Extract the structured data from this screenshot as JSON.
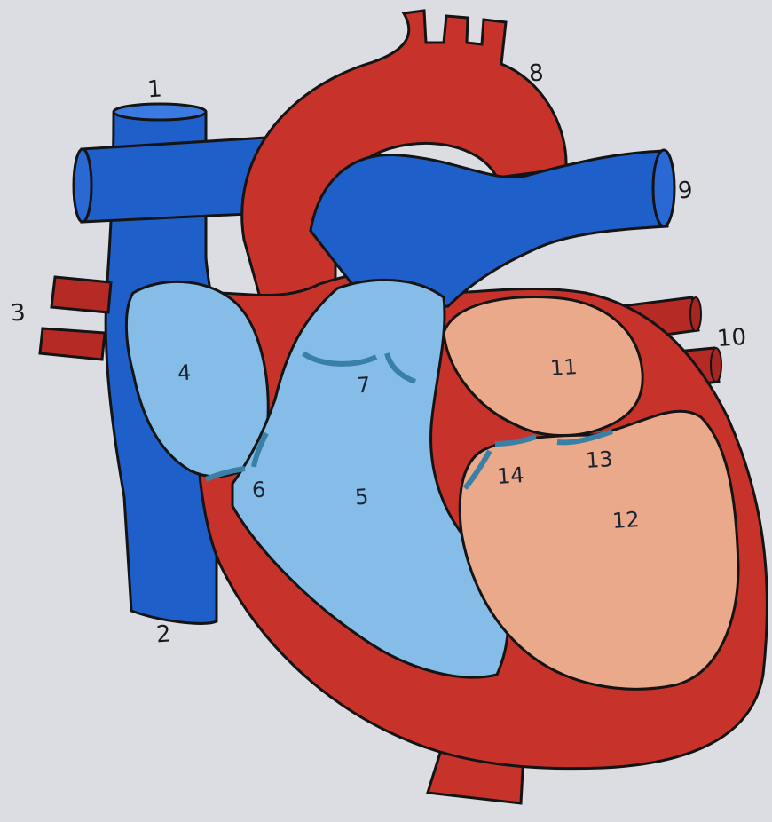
{
  "labels": {
    "l1": "1",
    "l2": "2",
    "l3": "3",
    "l4": "4",
    "l5": "5",
    "l6": "6",
    "l7": "7",
    "l8": "8",
    "l9": "9",
    "l10": "10",
    "l11": "11",
    "l12": "12",
    "l13": "13",
    "l14": "14"
  },
  "colors": {
    "paper": "#dcdde3",
    "oxygenated_red": "#c7332a",
    "dark_red": "#a52520",
    "deoxygenated_blue": "#1f5fc9",
    "light_blue_chamber": "#86bde8",
    "peach_chamber": "#e9a98a",
    "valve_teal": "#3a7fa6",
    "outline": "#141414"
  }
}
